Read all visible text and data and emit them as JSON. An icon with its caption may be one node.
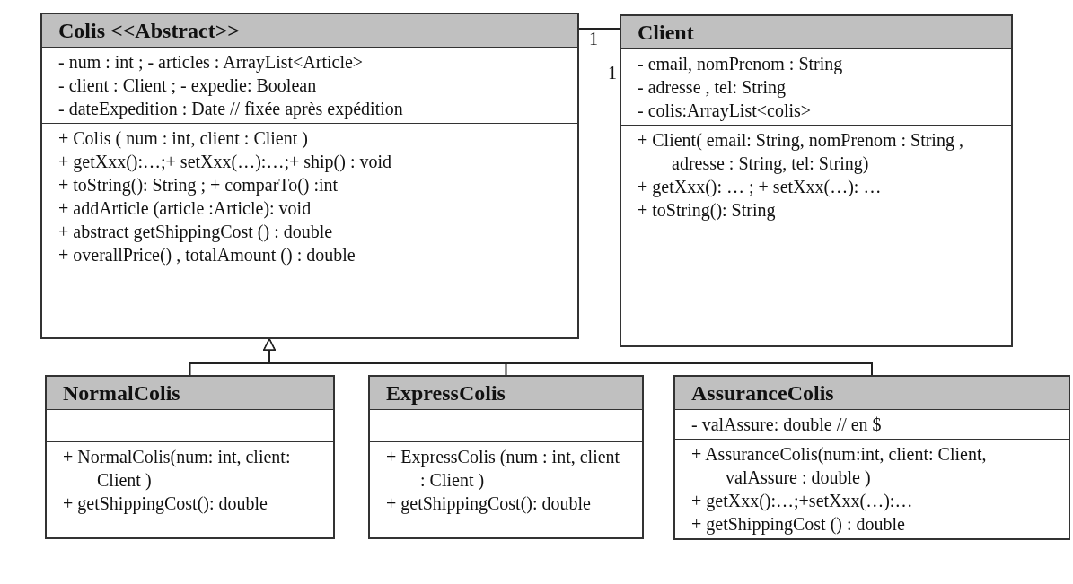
{
  "diagram": {
    "nodes": [
      {
        "text": [
          "Colis <<Abstract>>"
        ],
        "beside": [
          "1"
        ]
      },
      {
        "text": [
          "- num : int ; - articles : ArrayList<Article>",
          "- client : Client ; - expedie: Boolean",
          "- dateExpedition : Date // fixée après expédition"
        ],
        "in": 0
      },
      {
        "text": [
          "+ Colis ( num : int, client : Client )",
          "+ getXxx():…;+ setXxx(…):…;+ ship() : void",
          "+ toString(): String ; + comparTo() :int",
          "+ addArticle (article :Article): void",
          "+ abstract getShippingCost () : double",
          "+ overallPrice() , totalAmount () : double"
        ],
        "in": 0
      },
      {
        "text": [
          "Client"
        ],
        "beside": [
          "1"
        ]
      },
      {
        "text": [
          "- email,  nomPrenom : String",
          "- adresse , tel: String",
          "- colis:ArrayList<colis>"
        ],
        "in": 3
      },
      {
        "text": [
          "+ Client( email: String, nomPrenom : String , adresse : String, tel: String)",
          "+ getXxx(): … ; + setXxx(…): …",
          "+ toString(): String"
        ],
        "in": 3
      },
      {
        "text": [
          "NormalColis"
        ]
      },
      {
        "text": [],
        "shape": "box",
        "in": 6
      },
      {
        "text": [
          "+ NormalColis(num: int, client: Client )",
          "+ getShippingCost(): double"
        ],
        "in": 6
      },
      {
        "text": [
          "ExpressColis"
        ]
      },
      {
        "text": [],
        "shape": "box",
        "in": 9
      },
      {
        "text": [
          "+ ExpressColis (num : int, client : Client )",
          "+ getShippingCost(): double"
        ],
        "in": 9
      },
      {
        "text": [
          "AssuranceColis"
        ]
      },
      {
        "text": [
          "- valAssure: double // en $"
        ],
        "in": 12
      },
      {
        "text": [
          "+ AssuranceColis(num:int, client: Client, valAssure : double )",
          "+ getXxx():…;+setXxx(…):…",
          "+ getShippingCost () : double"
        ],
        "in": 12
      }
    ],
    "edges": [
      {
        "from": 0,
        "to": 3,
        "arrow": "none"
      },
      {
        "from": 6,
        "to": 0,
        "arrow": "to"
      },
      {
        "from": 9,
        "to": 0,
        "arrow": "to"
      },
      {
        "from": 12,
        "to": 0,
        "arrow": "to"
      }
    ]
  }
}
